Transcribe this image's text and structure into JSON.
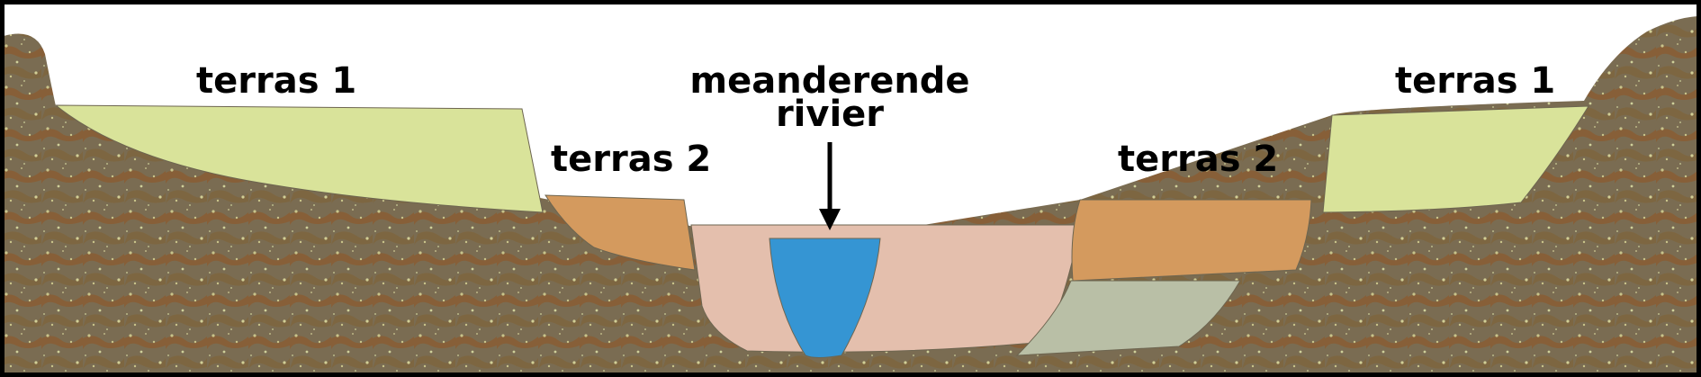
{
  "labels": {
    "terrace1_left": "terras 1",
    "terrace1_right": "terras 1",
    "terrace2_left": "terras 2",
    "terrace2_right": "terras 2",
    "river_line1": "meanderende",
    "river_line2": "rivier"
  },
  "colors": {
    "bedrock": "#7d6e52",
    "bedrock_dark": "#8a5a2e",
    "speckle": "#c9c48a",
    "terrace1": "#d9e39a",
    "terrace2": "#d49a5e",
    "floodplain": "#e4bfad",
    "river_water": "#3595d3",
    "old_fill": "#b9bfa6",
    "sky": "#ffffff",
    "frame": "#000000"
  }
}
